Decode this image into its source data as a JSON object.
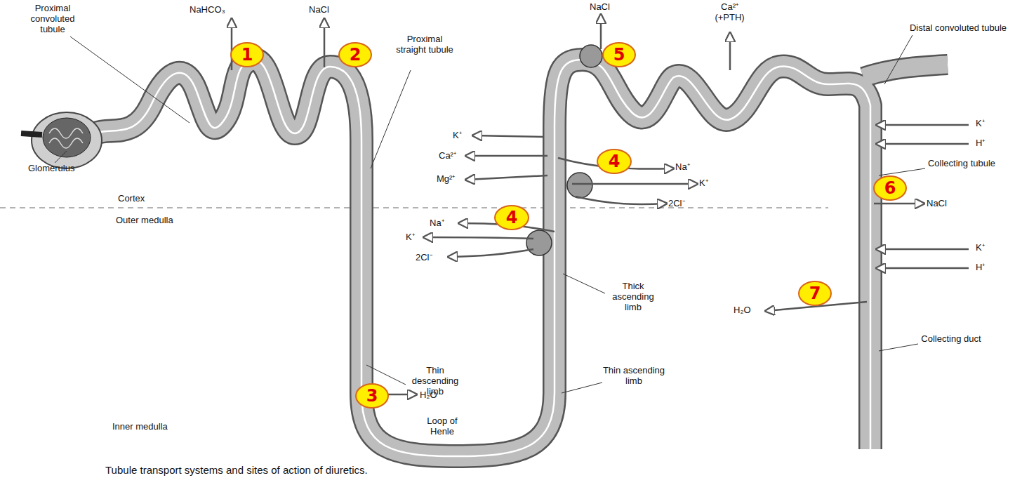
{
  "diagram": {
    "caption": "Tubule transport systems and sites of action of diuretics.",
    "nodes": [
      {
        "text": [
          "1"
        ]
      },
      {
        "text": [
          "2"
        ]
      },
      {
        "text": [
          "5"
        ]
      },
      {
        "text": [
          "4"
        ]
      },
      {
        "text": [
          "6"
        ]
      },
      {
        "text": [
          "4"
        ]
      },
      {
        "text": [
          "7"
        ]
      },
      {
        "text": [
          "3"
        ]
      }
    ],
    "labels": [
      "Proximal convoluted tubule",
      "NaHCO₃",
      "NaCl",
      "Proximal straight tubule",
      "Glomerulus",
      "Cortex",
      "Outer medulla",
      "Inner medulla",
      "NaCl",
      "Ca²⁺ (+PTH)",
      "Distal convoluted tubule",
      "K⁺",
      "Ca²⁺",
      "Mg²⁺",
      "Na⁺",
      "K⁺",
      "2Cl⁻",
      "Na⁺",
      "K⁺",
      "2Cl⁻",
      "K⁺",
      "H⁺",
      "Collecting tubule",
      "NaCl",
      "K⁺",
      "H⁺",
      "H₂O",
      "Thick ascending limb",
      "Collecting duct",
      "Thin descending limb",
      "H₂O",
      "Thin ascending limb",
      "Loop of Henle"
    ]
  }
}
